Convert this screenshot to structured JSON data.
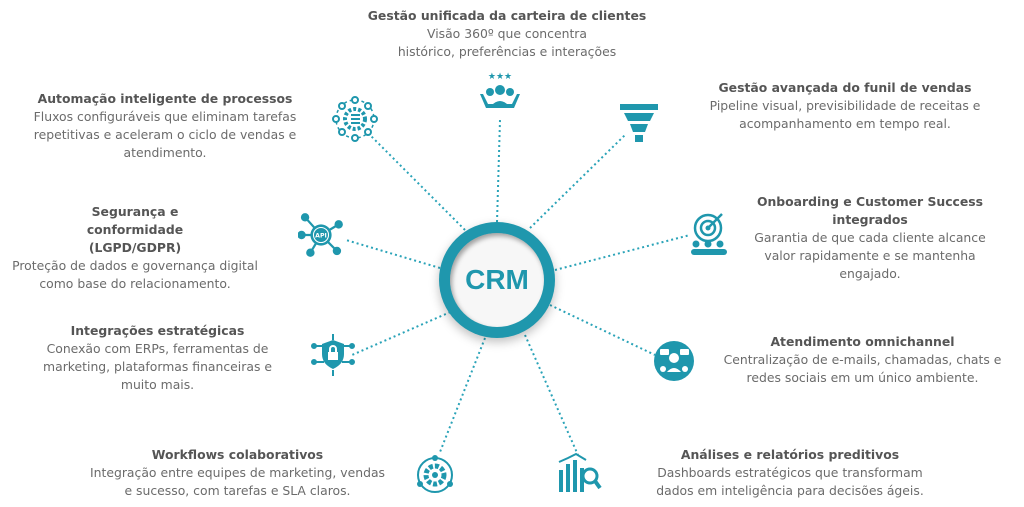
{
  "center_label": "CRM",
  "accent": "#1f97ad",
  "items": [
    {
      "title": "Gestão unificada da carteira de clientes",
      "desc": "Visão 360º que concentra histórico, preferências e interações",
      "icon": "people-stars-icon"
    },
    {
      "title": "Gestão avançada do funil de vendas",
      "desc": "Pipeline visual, previsibilidade de receitas e acompanhamento em tempo real.",
      "icon": "funnel-icon"
    },
    {
      "title": "Onboarding e Customer Success integrados",
      "desc": "Garantia de que cada cliente alcance valor rapidamente e se mantenha engajado.",
      "icon": "target-team-icon"
    },
    {
      "title": "Atendimento omnichannel",
      "desc": "Centralização de e-mails, chamadas, chats e redes sociais em um único ambiente.",
      "icon": "omnichannel-icon"
    },
    {
      "title": "Análises e relatórios preditivos",
      "desc": "Dashboards estratégicos que transformam dados em inteligência para decisões ágeis.",
      "icon": "analytics-icon"
    },
    {
      "title": "Workflows colaborativos",
      "desc": "Integração entre equipes de marketing, vendas e sucesso, com tarefas e SLA claros.",
      "icon": "workflow-gear-icon"
    },
    {
      "title": "Integrações estratégicas",
      "desc": "Conexão com ERPs, ferramentas de marketing, plataformas financeiras e muito mais.",
      "icon": "lock-network-icon"
    },
    {
      "title": "Segurança e conformidade (LGPD/GDPR)",
      "desc": "Proteção de dados e governança digital como base do relacionamento.",
      "icon": "api-icon",
      "api_label": "API"
    },
    {
      "title": "Automação inteligente de processos",
      "desc": "Fluxos configuráveis que eliminam tarefas repetitivas e aceleram o ciclo de vendas e atendimento.",
      "icon": "automation-gear-icon"
    }
  ]
}
